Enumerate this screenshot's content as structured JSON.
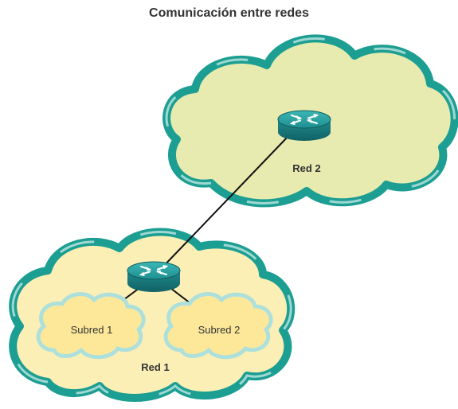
{
  "title": "Comunicación entre redes",
  "networks": {
    "red2": {
      "label": "Red 2"
    },
    "red1": {
      "label": "Red 1"
    }
  },
  "subnets": [
    {
      "label": "Subred 1"
    },
    {
      "label": "Subred 2"
    }
  ],
  "devices": [
    {
      "name": "router-red-2",
      "icon": "router-icon"
    },
    {
      "name": "router-red-1",
      "icon": "router-icon"
    }
  ],
  "colors": {
    "cloud_border": "#1c9e92",
    "red2_fill": "#e7ebb0",
    "red1_fill": "#fbefb6",
    "subnet_fill": "#fde89a",
    "router_body": "#1f8a8c",
    "router_top": "#2aa3a3",
    "title_text": "#333333"
  }
}
